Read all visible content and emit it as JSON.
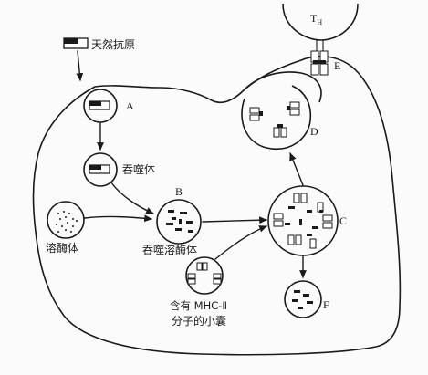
{
  "labels": {
    "natural_antigen": "天然抗原",
    "phagosome": "吞噬体",
    "lysosome": "溶酶体",
    "phagolysosome": "吞噬溶酶体",
    "mhc_vesicle_line1": "含有 MHC-Ⅱ",
    "mhc_vesicle_line2": "分子的小囊",
    "t_helper_main": "T",
    "t_helper_sub": "H",
    "step_a": "A",
    "step_b": "B",
    "step_c": "C",
    "step_d": "D",
    "step_e": "E",
    "step_f": "F"
  },
  "colors": {
    "ink": "#1a1a1a",
    "paper": "#fbfbfb"
  },
  "icons": {
    "antigen": "antigen-bar-icon"
  }
}
